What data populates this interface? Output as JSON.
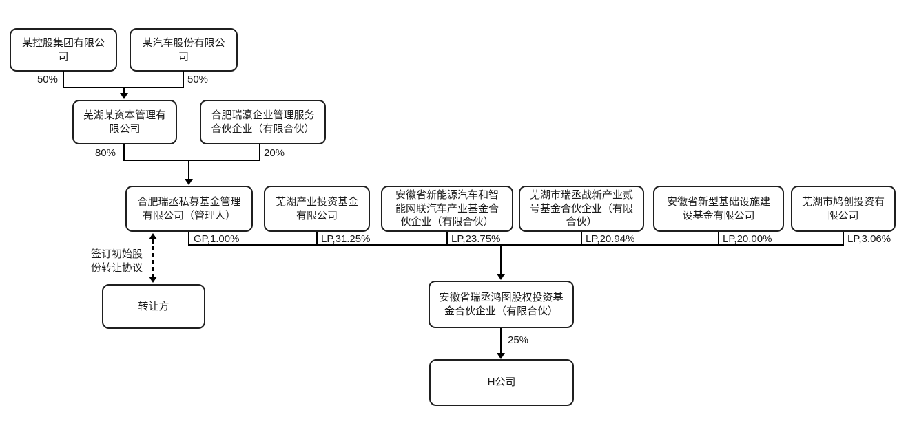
{
  "diagram": {
    "nodes": {
      "holding": "某控股集团有限公司",
      "auto": "某汽车股份有限公司",
      "wuhu_capital": "芜湖某资本管理有限公司",
      "hefei_ruiying": "合肥瑞瀛企业管理服务合伙企业（有限合伙）",
      "fund_manager": "合肥瑞丞私募基金管理有限公司（管理人）",
      "wuhu_industry_fund": "芜湖产业投资基金有限公司",
      "anhui_nev_fund": "安徽省新能源汽车和智能网联汽车产业基金合伙企业（有限合伙）",
      "wuhu_ruicheng_fund": "芜湖市瑞丞战新产业贰号基金合伙企业（有限合伙）",
      "anhui_infra_fund": "安徽省新型基础设施建设基金有限公司",
      "wuhu_jiuchuang": "芜湖市鸠创投资有限公司",
      "main_fund": "安徽省瑞丞鸿图股权投资基金合伙企业（有限合伙）",
      "transferor": "转让方",
      "h_company": "H公司"
    },
    "edge_labels": {
      "holding_share": "50%",
      "auto_share": "50%",
      "wuhu_capital_share": "80%",
      "hefei_ruiying_share": "20%",
      "gp_share": "GP,1.00%",
      "lp_share_1": "LP,31.25%",
      "lp_share_2": "LP,23.75%",
      "lp_share_3": "LP,20.94%",
      "lp_share_4": "LP,20.00%",
      "lp_share_5": "LP,3.06%",
      "fund_to_h_share": "25%",
      "transfer_agreement": "签订初始股份转让协议"
    },
    "colors": {
      "line": "#000000",
      "border": "#1f1f1f",
      "text": "#1a1a1a",
      "background": "#ffffff"
    }
  }
}
